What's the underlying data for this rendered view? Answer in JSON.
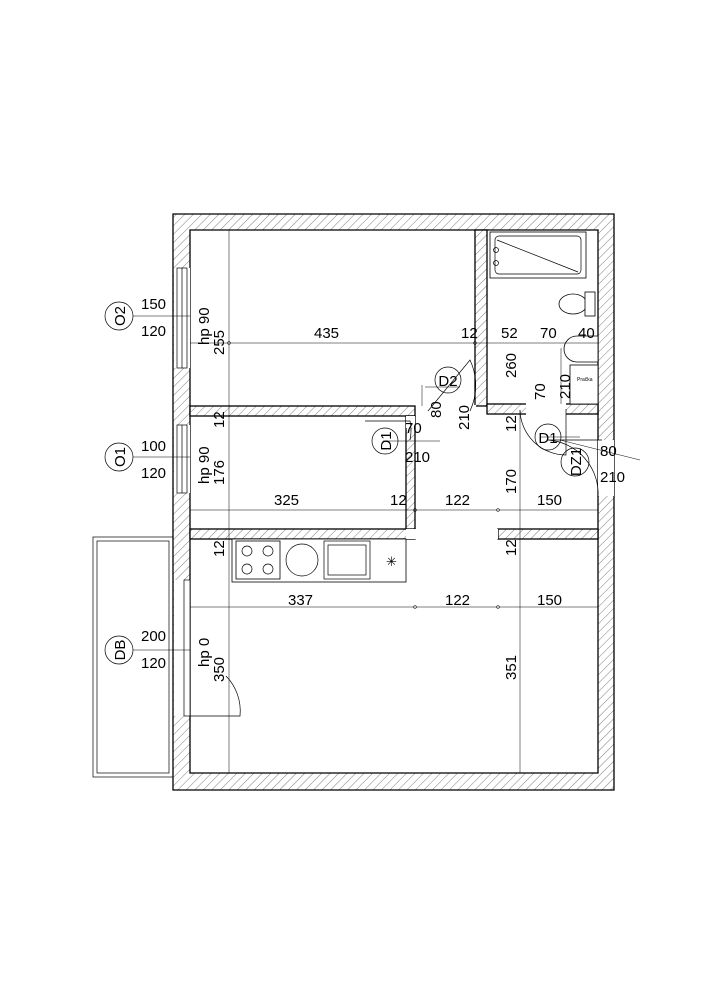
{
  "tags": {
    "o2": "O2",
    "o1": "O1",
    "db": "DB",
    "d2": "D2",
    "d1a": "D1",
    "d1b": "D1",
    "dz1": "DZ1"
  },
  "window_sizes": {
    "o2_w": "150",
    "o2_h": "120",
    "o2_hp": "hp 90",
    "o1_w": "100",
    "o1_h": "120",
    "o1_hp": "hp 90",
    "db_w": "200",
    "db_h": "120",
    "db_hp": "hp 0"
  },
  "door_sizes": {
    "d2_w": "80",
    "d2_h": "210",
    "d1a_w": "70",
    "d1a_h": "210",
    "d1b_w": "70",
    "d1b_h": "210",
    "dz1_w": "80",
    "dz1_h": "210"
  },
  "dimensions": {
    "room_top_w": "435",
    "room_top_h": "255",
    "wall_a": "12",
    "bath_a": "52",
    "bath_b": "70",
    "bath_c": "40",
    "bath_h": "260",
    "wall_b": "12",
    "room_mid_h": "176",
    "row1_a": "325",
    "wall_c": "12",
    "row1_b": "122",
    "row1_c": "150",
    "wall_d": "12",
    "hall_h": "170",
    "wall_e": "12",
    "wall_f": "12",
    "row2_a": "337",
    "row2_b": "122",
    "row2_c": "150",
    "room_bot_h": "350",
    "room_bot_h2": "351"
  },
  "fixtures": {
    "washer": "Pračka"
  }
}
